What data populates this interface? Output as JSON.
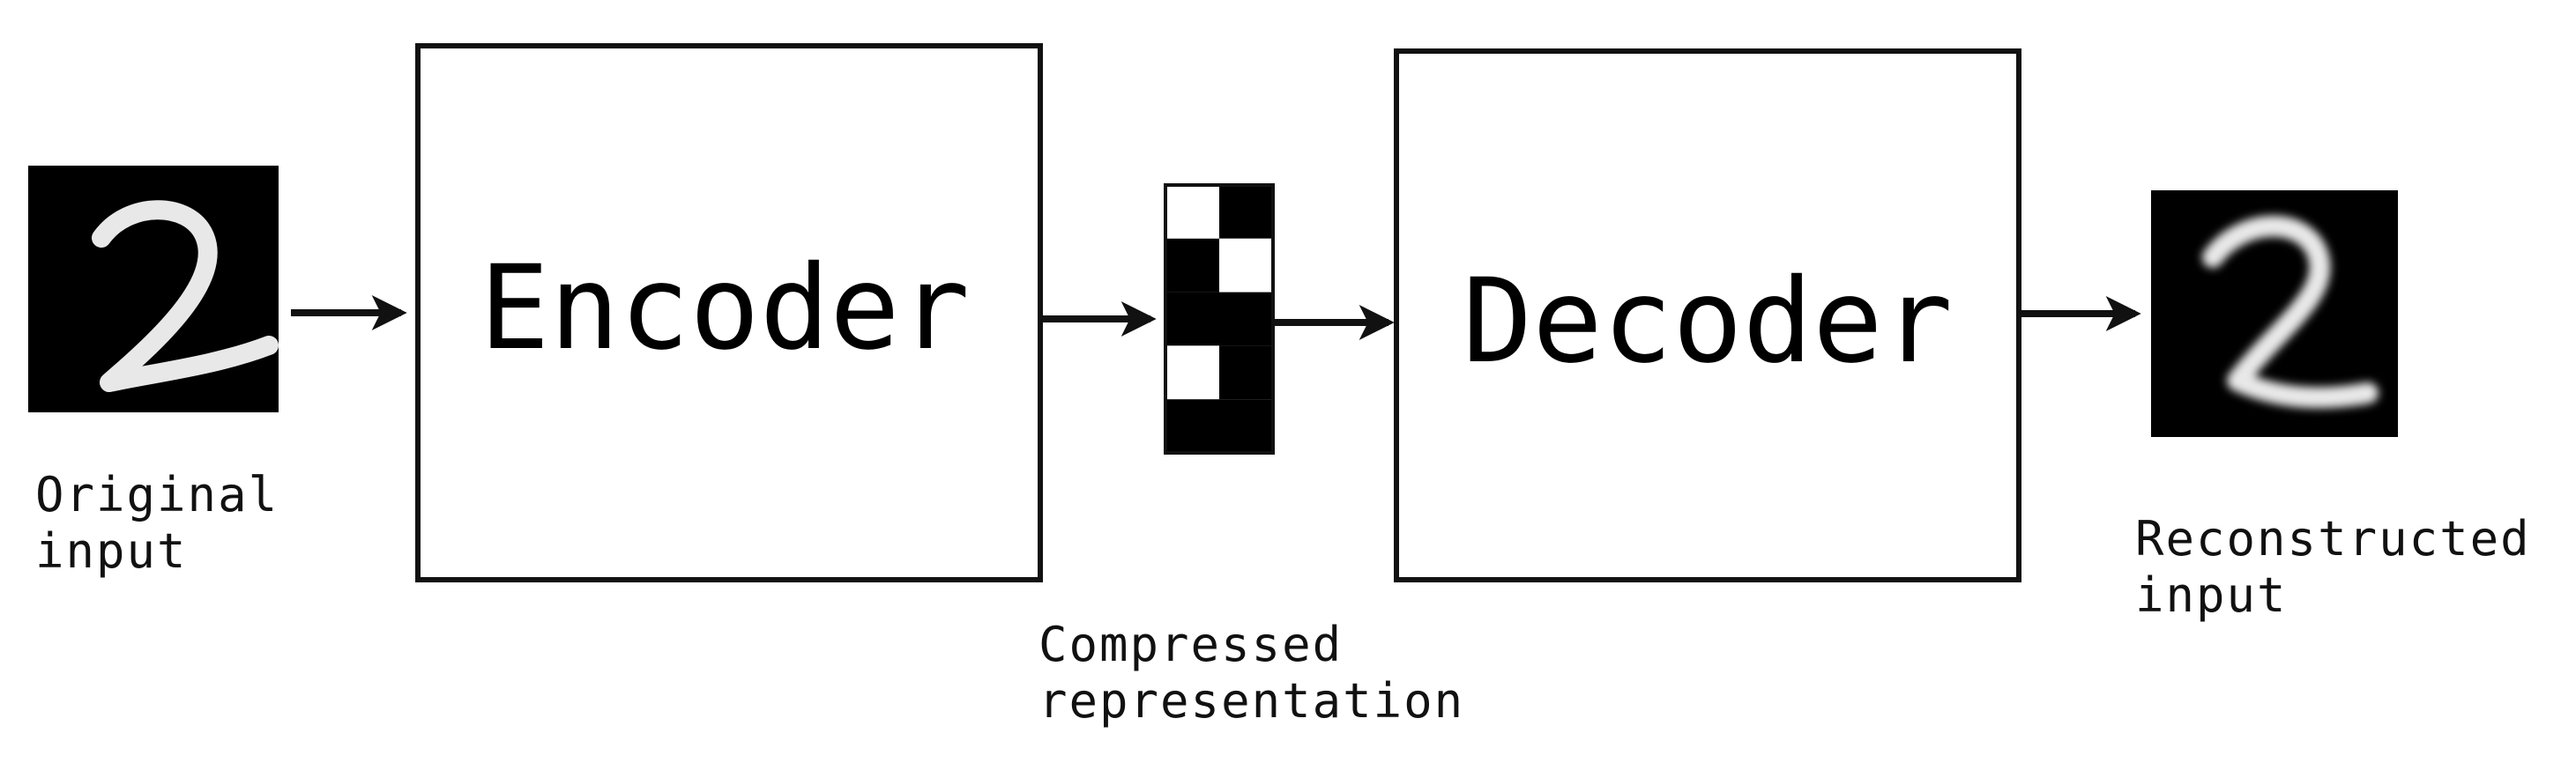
{
  "blocks": {
    "encoder_label": "Encoder",
    "decoder_label": "Decoder"
  },
  "labels": {
    "original_line1": "Original",
    "original_line2": "input",
    "compressed_line1": "Compressed",
    "compressed_line2": "representation",
    "reconstructed_line1": "Reconstructed",
    "reconstructed_line2": "input"
  },
  "images": {
    "original": "handwritten-digit-2",
    "reconstructed": "handwritten-digit-2-blurred"
  },
  "latent_code": {
    "rows": 5,
    "cols": 2,
    "cells": [
      [
        1,
        0
      ],
      [
        0,
        1
      ],
      [
        0,
        0
      ],
      [
        1,
        0
      ],
      [
        0,
        0
      ]
    ]
  },
  "colors": {
    "stroke": "#111111",
    "digit_background": "#000000",
    "digit_stroke": "#e8e8e8",
    "code_on": "#ffffff",
    "code_off": "#000000"
  }
}
